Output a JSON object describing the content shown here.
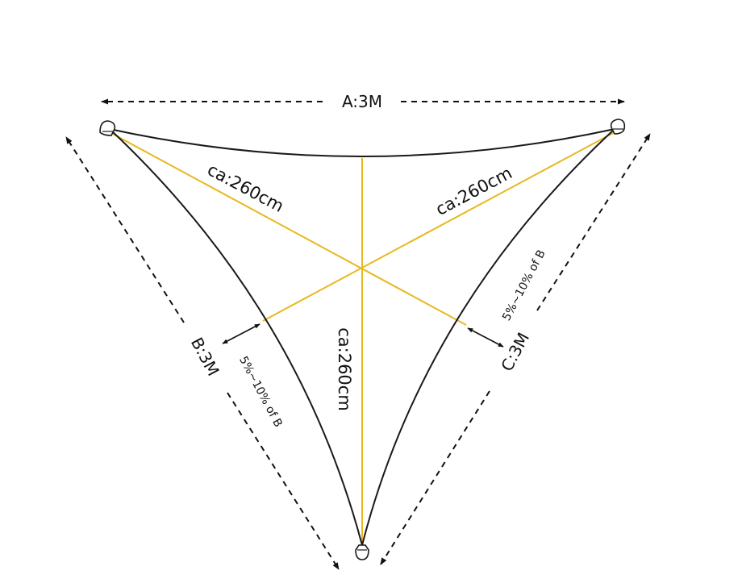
{
  "labels": {
    "side_a": "A:3M",
    "side_b": "B:3M",
    "side_c": "C:3M",
    "diag_left": "ca:260cm",
    "diag_right": "ca:260cm",
    "diag_vertical": "ca:260cm",
    "sag_left": "5%~10% of B",
    "sag_right": "5%~10% of B"
  },
  "colors": {
    "outline": "#1a1a1a",
    "diagonal": "#e8b820",
    "dimension": "#111111",
    "background": "#ffffff"
  }
}
